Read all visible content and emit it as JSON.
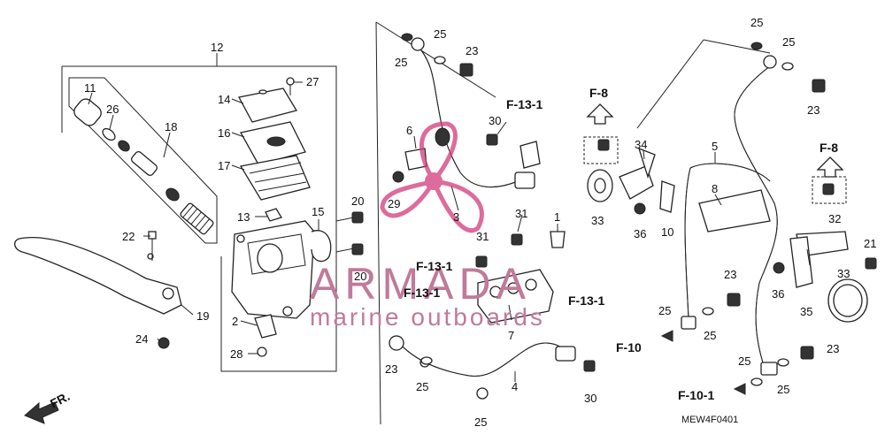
{
  "diagram_code": "MEW4F0401",
  "front_arrow_label": "FR.",
  "watermark": {
    "brand": "ARMADA",
    "tagline": "marine outboards",
    "accent_color": "#d23a7a"
  },
  "callouts": [
    {
      "id": "c-12",
      "text": "12"
    },
    {
      "id": "c-11",
      "text": "11"
    },
    {
      "id": "c-26",
      "text": "26"
    },
    {
      "id": "c-18",
      "text": "18"
    },
    {
      "id": "c-14",
      "text": "14"
    },
    {
      "id": "c-27",
      "text": "27"
    },
    {
      "id": "c-16",
      "text": "16"
    },
    {
      "id": "c-17",
      "text": "17"
    },
    {
      "id": "c-13",
      "text": "13"
    },
    {
      "id": "c-15",
      "text": "15"
    },
    {
      "id": "c-20a",
      "text": "20"
    },
    {
      "id": "c-20b",
      "text": "20"
    },
    {
      "id": "c-22",
      "text": "22"
    },
    {
      "id": "c-19",
      "text": "19"
    },
    {
      "id": "c-2",
      "text": "2"
    },
    {
      "id": "c-24",
      "text": "24"
    },
    {
      "id": "c-28",
      "text": "28"
    },
    {
      "id": "c-25a",
      "text": "25"
    },
    {
      "id": "c-25b",
      "text": "25"
    },
    {
      "id": "c-23a",
      "text": "23"
    },
    {
      "id": "c-30a",
      "text": "30"
    },
    {
      "id": "c-6",
      "text": "6"
    },
    {
      "id": "c-29",
      "text": "29"
    },
    {
      "id": "c-3",
      "text": "3"
    },
    {
      "id": "c-31a",
      "text": "31"
    },
    {
      "id": "c-1",
      "text": "1"
    },
    {
      "id": "c-31b",
      "text": "31"
    },
    {
      "id": "c-7",
      "text": "7"
    },
    {
      "id": "c-23b",
      "text": "23"
    },
    {
      "id": "c-25c",
      "text": "25"
    },
    {
      "id": "c-4",
      "text": "4"
    },
    {
      "id": "c-25d",
      "text": "25"
    },
    {
      "id": "c-30b",
      "text": "30"
    },
    {
      "id": "c-34",
      "text": "34"
    },
    {
      "id": "c-33a",
      "text": "33"
    },
    {
      "id": "c-36a",
      "text": "36"
    },
    {
      "id": "c-10",
      "text": "10"
    },
    {
      "id": "c-5",
      "text": "5"
    },
    {
      "id": "c-8",
      "text": "8"
    },
    {
      "id": "c-25e",
      "text": "25"
    },
    {
      "id": "c-25f",
      "text": "25"
    },
    {
      "id": "c-23c",
      "text": "23"
    },
    {
      "id": "c-32",
      "text": "32"
    },
    {
      "id": "c-21",
      "text": "21"
    },
    {
      "id": "c-33b",
      "text": "33"
    },
    {
      "id": "c-23d",
      "text": "23"
    },
    {
      "id": "c-36b",
      "text": "36"
    },
    {
      "id": "c-35",
      "text": "35"
    },
    {
      "id": "c-25g",
      "text": "25"
    },
    {
      "id": "c-25h",
      "text": "25"
    },
    {
      "id": "c-25i",
      "text": "25"
    },
    {
      "id": "c-23e",
      "text": "23"
    },
    {
      "id": "c-25j",
      "text": "25"
    }
  ],
  "references": [
    {
      "id": "r-f131a",
      "text": "F-13-1"
    },
    {
      "id": "r-f8a",
      "text": "F-8"
    },
    {
      "id": "r-f131b",
      "text": "F-13-1"
    },
    {
      "id": "r-f131c",
      "text": "F-13-1"
    },
    {
      "id": "r-f131d",
      "text": "F-13-1"
    },
    {
      "id": "r-f10",
      "text": "F-10"
    },
    {
      "id": "r-f101",
      "text": "F-10-1"
    },
    {
      "id": "r-f8b",
      "text": "F-8"
    }
  ]
}
